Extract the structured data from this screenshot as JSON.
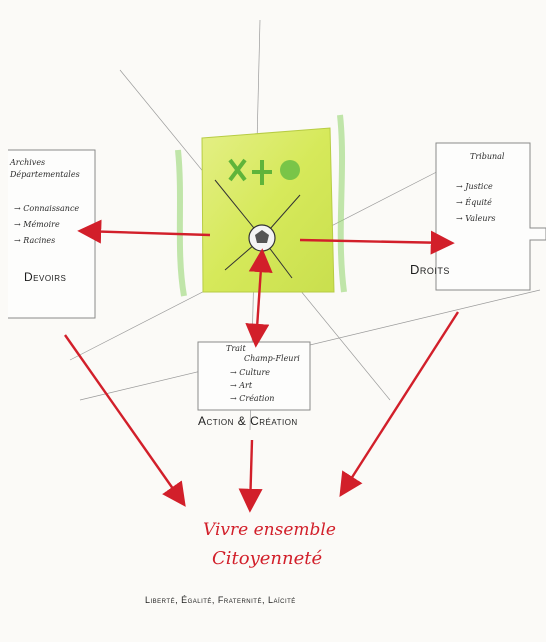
{
  "left_box": {
    "title_line1": "Archives",
    "title_line2": "Départementales",
    "items": [
      "Connaissance",
      "Mémoire",
      "Racines"
    ],
    "label": "Devoirs"
  },
  "right_box": {
    "title": "Tribunal",
    "items": [
      "Justice",
      "Équité",
      "Valeurs"
    ],
    "label": "Droits"
  },
  "bottom_box": {
    "title_line1": "Trait",
    "title_line2": "Champ-Fleuri",
    "items": [
      "Culture",
      "Art",
      "Création"
    ],
    "label": "Action & Création"
  },
  "result": {
    "line1": "Vivre ensemble",
    "line2": "Citoyenneté",
    "values": "Liberté, Égalité, Fraternité, Laïcité"
  },
  "colors": {
    "arrow": "#d21f2a",
    "square_fill": "#d9eb63",
    "leaf_green": "#7cc04a"
  }
}
